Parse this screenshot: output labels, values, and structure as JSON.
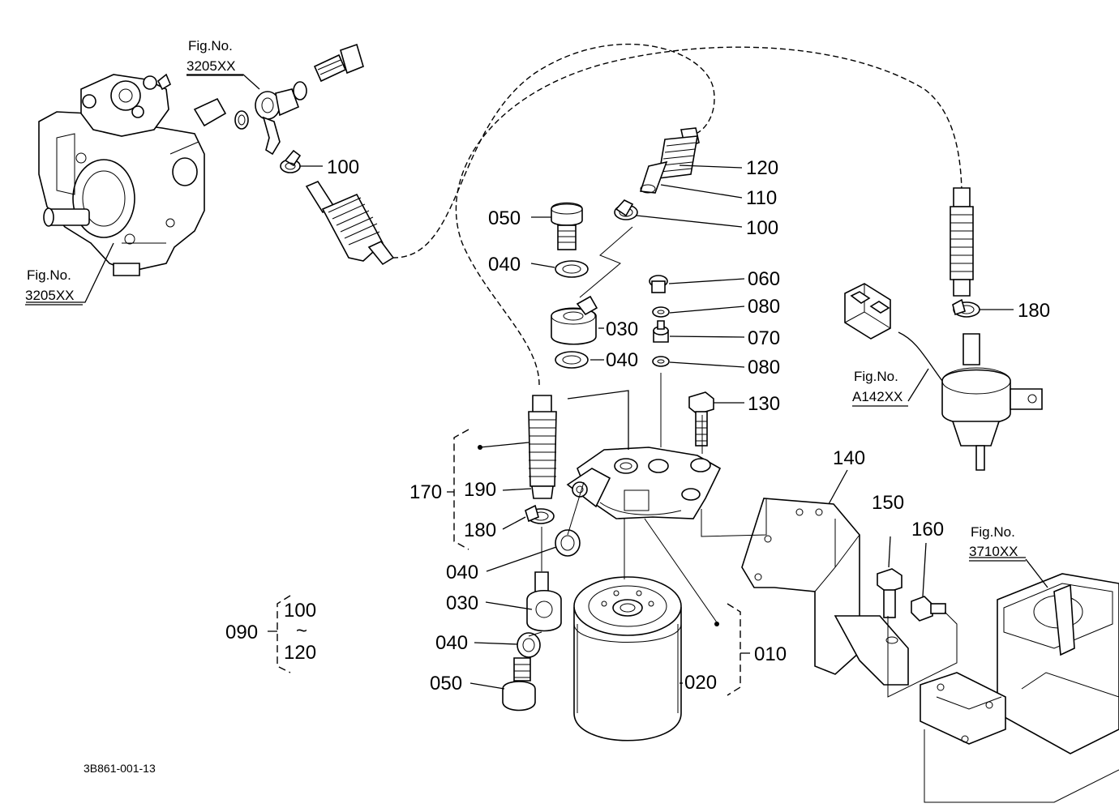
{
  "figure_refs": [
    {
      "caption": "Fig.No.",
      "number": "3205XX"
    },
    {
      "caption": "Fig.No.",
      "number": "3205XX"
    },
    {
      "caption": "Fig.No.",
      "number": "A142XX"
    },
    {
      "caption": "Fig.No.",
      "number": "3710XX"
    }
  ],
  "callouts": {
    "c100a": "100",
    "c120": "120",
    "c110": "110",
    "c100b": "100",
    "c050a": "050",
    "c040a": "040",
    "c030a": "030",
    "c040b": "040",
    "c060": "060",
    "c080a": "080",
    "c070": "070",
    "c080b": "080",
    "c130": "130",
    "c180a": "180",
    "c170": "170",
    "c190": "190",
    "c180b": "180",
    "c040c": "040",
    "c030b": "030",
    "c040d": "040",
    "c050b": "050",
    "c020": "020",
    "c010": "010",
    "c140": "140",
    "c150": "150",
    "c160": "160"
  },
  "assembly": {
    "id": "090",
    "from": "100",
    "tilde": "~",
    "to": "120"
  },
  "drawing_code": "3B861-001-13"
}
